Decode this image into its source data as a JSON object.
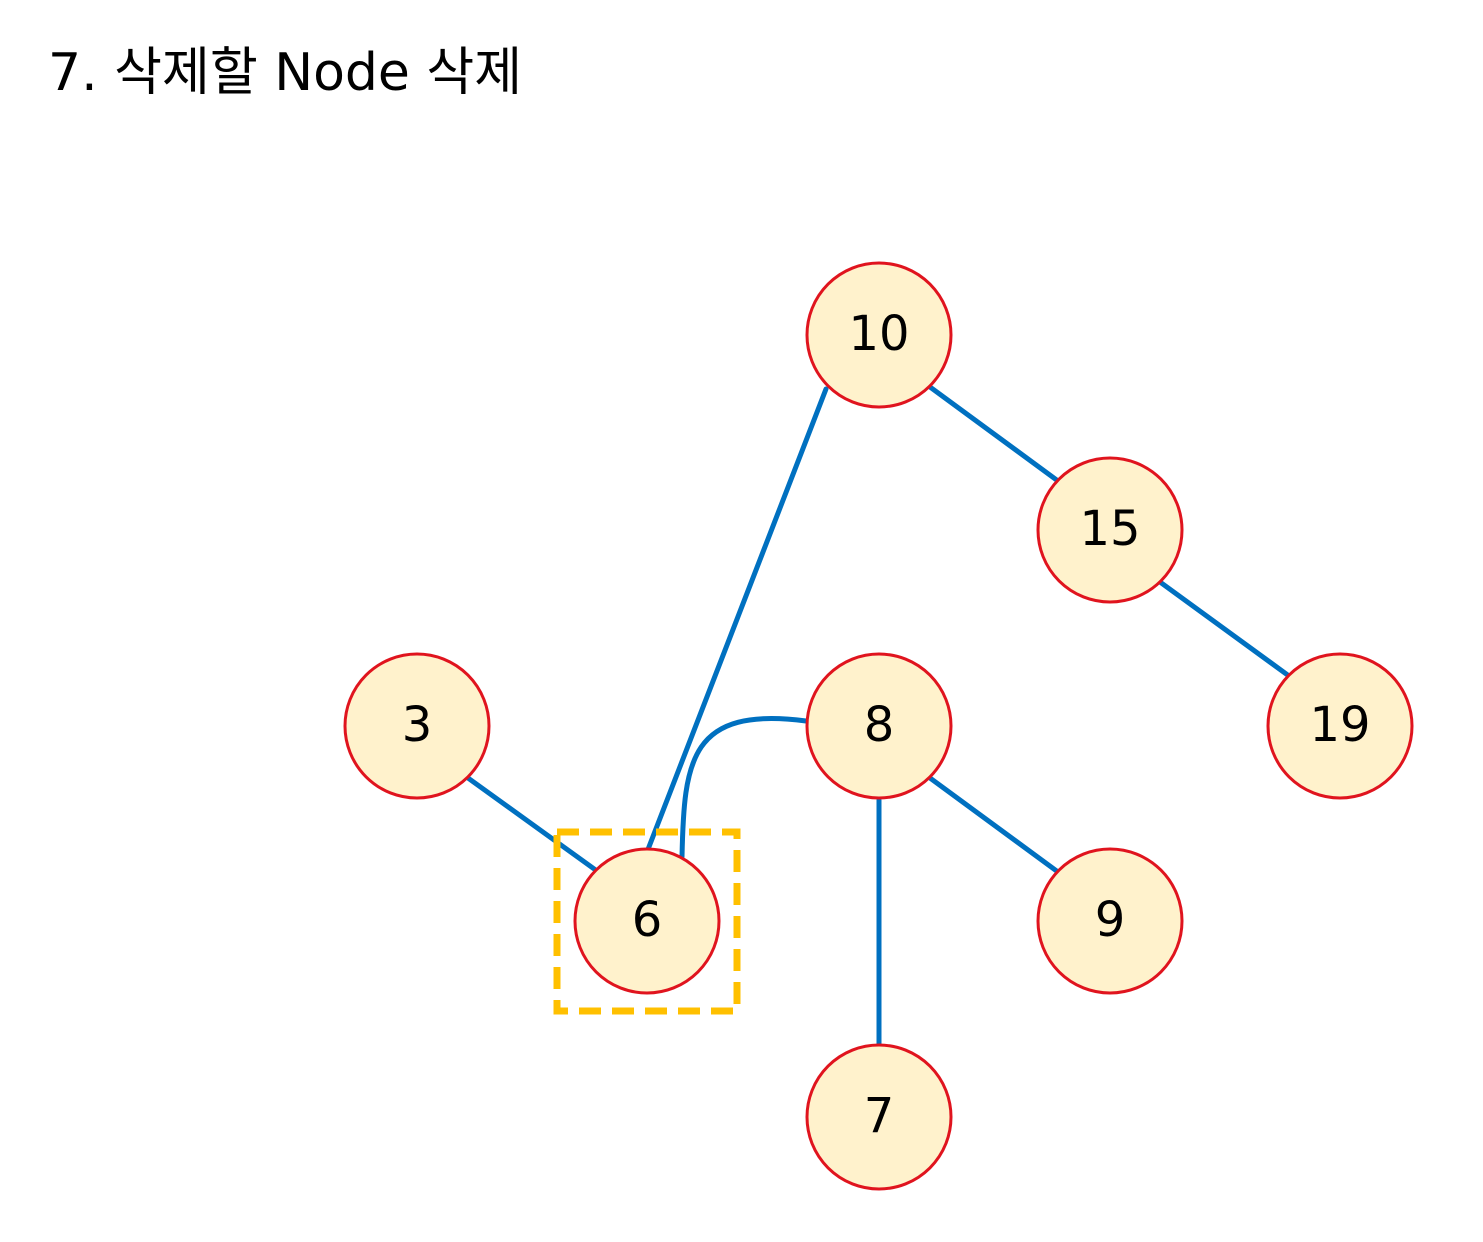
{
  "title": "7. 삭제할 Node 삭제",
  "colors": {
    "node_fill": "#FFF2CC",
    "node_stroke": "#E0141E",
    "edge": "#0070C0",
    "highlight": "#FFC000"
  },
  "nodes": [
    {
      "id": "n10",
      "label": "10"
    },
    {
      "id": "n15",
      "label": "15"
    },
    {
      "id": "n19",
      "label": "19"
    },
    {
      "id": "n3",
      "label": "3"
    },
    {
      "id": "n8",
      "label": "8"
    },
    {
      "id": "n6",
      "label": "6"
    },
    {
      "id": "n9",
      "label": "9"
    },
    {
      "id": "n7",
      "label": "7"
    }
  ],
  "edges": [
    {
      "from": "n10",
      "to": "n15"
    },
    {
      "from": "n15",
      "to": "n19"
    },
    {
      "from": "n10",
      "to": "n6"
    },
    {
      "from": "n3",
      "to": "n6"
    },
    {
      "from": "n6",
      "to": "n8"
    },
    {
      "from": "n8",
      "to": "n9"
    },
    {
      "from": "n8",
      "to": "n7"
    }
  ],
  "highlighted_node": "n6"
}
